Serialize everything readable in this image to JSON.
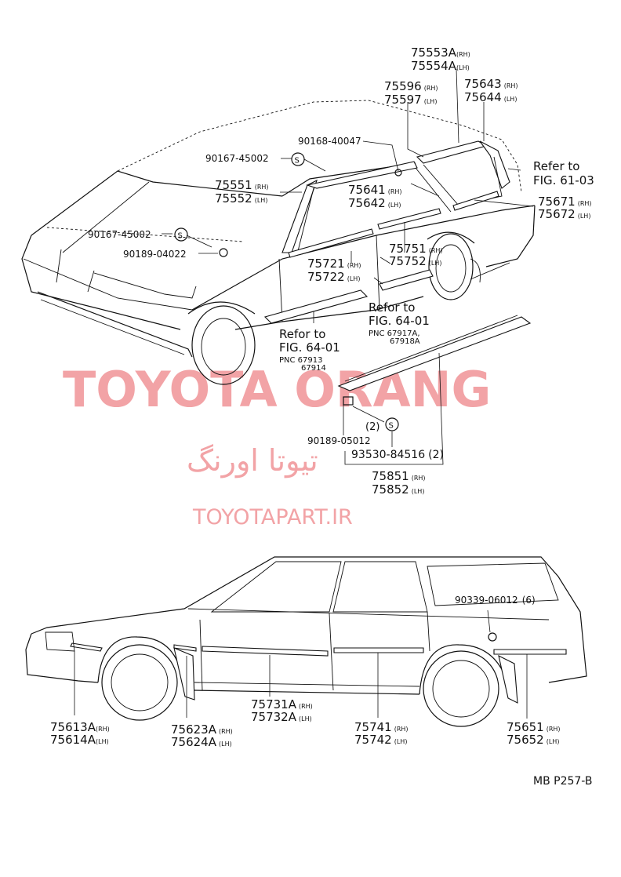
{
  "watermark": {
    "brand": "TOYOTA ORANG",
    "brand_fa": "تیوتا اورنگ",
    "url": "TOYOTAPART.IR"
  },
  "callouts": {
    "p75553": "75553A",
    "p75553_side": "(RH)",
    "p75554": "75554A",
    "p75554_side": "(LH)",
    "p75596": "75596",
    "p75596_side": "(RH)",
    "p75597": "75597",
    "p75597_side": "(LH)",
    "p75643": "75643",
    "p75643_side": "(RH)",
    "p75644": "75644",
    "p75644_side": "(LH)",
    "p90168": "90168-40047",
    "p90167a": "90167-45002",
    "p75641": "75641",
    "p75641_side": "(RH)",
    "p75642": "75642",
    "p75642_side": "(LH)",
    "p75551": "75551",
    "p75551_side": "(RH)",
    "p75552": "75552",
    "p75552_side": "(LH)",
    "p75671": "75671",
    "p75671_side": "(RH)",
    "p75672": "75672",
    "p75672_side": "(LH)",
    "p90167b": "90167-45002",
    "p90189a": "90189-04022",
    "p75751": "75751",
    "p75751_side": "(RH)",
    "p75752": "75752",
    "p75752_side": "(LH)",
    "p75721": "75721",
    "p75721_side": "(RH)",
    "p75722": "75722",
    "p75722_side": "(LH)",
    "p90189b": "90189-05012",
    "p93530": "93530-84516",
    "p93530_qty": "(2)",
    "clip_qty": "(2)",
    "p75851": "75851",
    "p75851_side": "(RH)",
    "p75852": "75852",
    "p75852_side": "(LH)",
    "p90339": "90339-06012",
    "p90339_qty": "(6)",
    "p75613": "75613A",
    "p75613_side": "(RH)",
    "p75614": "75614A",
    "p75614_side": "(LH)",
    "p75623": "75623A",
    "p75623_side": "(RH)",
    "p75624": "75624A",
    "p75624_side": "(LH)",
    "p75731": "75731A",
    "p75731_side": "(RH)",
    "p75732": "75732A",
    "p75732_side": "(LH)",
    "p75741": "75741",
    "p75741_side": "(RH)",
    "p75742": "75742",
    "p75742_side": "(LH)",
    "p75651": "75651",
    "p75651_side": "(RH)",
    "p75652": "75652",
    "p75652_side": "(LH)"
  },
  "refs": {
    "fig61_l1": "Refer to",
    "fig61_l2": "FIG. 61-03",
    "fig64r_l1": "Refor to",
    "fig64r_l2": "FIG. 64-01",
    "fig64r_pnc1": "PNC 67917A,",
    "fig64r_pnc2": "67918A",
    "fig64l_l1": "Refor to",
    "fig64l_l2": "FIG. 64-01",
    "fig64l_pnc1": "PNC 67913",
    "fig64l_pnc2": "67914"
  },
  "symbols": {
    "s": "S"
  },
  "footer": {
    "code": "MB P257-B"
  }
}
